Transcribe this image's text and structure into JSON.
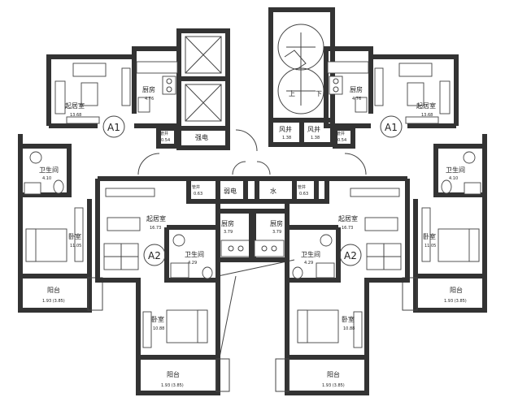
{
  "rooms": {
    "living_a1_left": {
      "name": "起居室",
      "area": "13.68"
    },
    "living_a1_right": {
      "name": "起居室",
      "area": "13.68"
    },
    "kitchen_a1_left": {
      "name": "厨房",
      "area": "4.76"
    },
    "kitchen_a1_right": {
      "name": "厨房",
      "area": "4.76"
    },
    "bath_a1_left": {
      "name": "卫生间",
      "area": "4.10"
    },
    "bath_a1_right": {
      "name": "卫生间",
      "area": "4.10"
    },
    "bedroom_a1_left": {
      "name": "卧室",
      "area": "11.05"
    },
    "bedroom_a1_right": {
      "name": "卧室",
      "area": "11.05"
    },
    "balcony_a1_left": {
      "name": "阳台",
      "area": "1.93 (3.85)"
    },
    "balcony_a1_right": {
      "name": "阳台",
      "area": "1.93 (3.85)"
    },
    "living_a2_left": {
      "name": "起居室",
      "area": "16.73"
    },
    "living_a2_right": {
      "name": "起居室",
      "area": "16.73"
    },
    "kitchen_a2_left": {
      "name": "厨房",
      "area": "3.79"
    },
    "kitchen_a2_right": {
      "name": "厨房",
      "area": "3.79"
    },
    "bath_a2_left": {
      "name": "卫生间",
      "area": "4.29"
    },
    "bath_a2_right": {
      "name": "卫生间",
      "area": "4.29"
    },
    "bedroom_a2_left": {
      "name": "卧室",
      "area": "10.88"
    },
    "bedroom_a2_right": {
      "name": "卧室",
      "area": "10.88"
    },
    "balcony_a2_left": {
      "name": "阳台",
      "area": "1.93 (3.85)"
    },
    "balcony_a2_right": {
      "name": "阳台",
      "area": "1.93 (3.85)"
    },
    "shaft_left": {
      "name": "风井",
      "area": "1.38"
    },
    "shaft_right": {
      "name": "风井",
      "area": "1.38"
    },
    "pipe_1": {
      "name": "管井",
      "area": "0.54"
    },
    "pipe_2": {
      "name": "管井",
      "area": "0.54"
    },
    "pipe_3": {
      "name": "管井",
      "area": "0.63"
    },
    "pipe_4": {
      "name": "管井",
      "area": "0.63"
    }
  },
  "labels": {
    "electric": "强电",
    "weak_electric": "弱电",
    "water": "水",
    "stair_up": "上",
    "stair_down": "下"
  },
  "units": {
    "a1_left": "A1",
    "a1_right": "A1",
    "a2_left": "A2",
    "a2_right": "A2"
  }
}
